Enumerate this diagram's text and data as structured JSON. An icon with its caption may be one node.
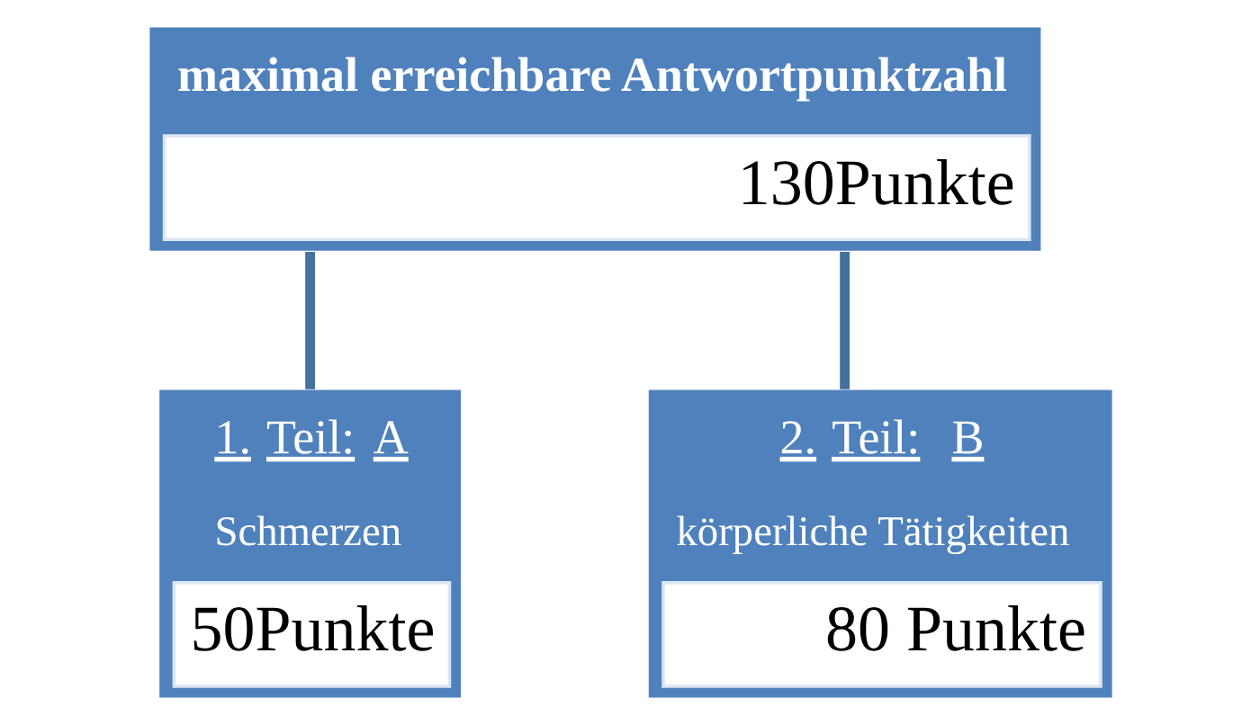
{
  "diagram": {
    "nodes": [
      {
        "text": [
          "maximal erreichbare Antwortpunktzahl",
          "130Punkte"
        ]
      },
      {
        "text": [
          "1. Teil: A",
          "Schmerzen",
          "50Punkte"
        ]
      },
      {
        "text": [
          "2. Teil:  B",
          "körperliche Tätigkeiten",
          "80 Punkte"
        ]
      }
    ],
    "edges": [
      {
        "from": 0,
        "to": 1,
        "arrow": "none"
      },
      {
        "from": 0,
        "to": 2,
        "arrow": "none"
      }
    ]
  }
}
